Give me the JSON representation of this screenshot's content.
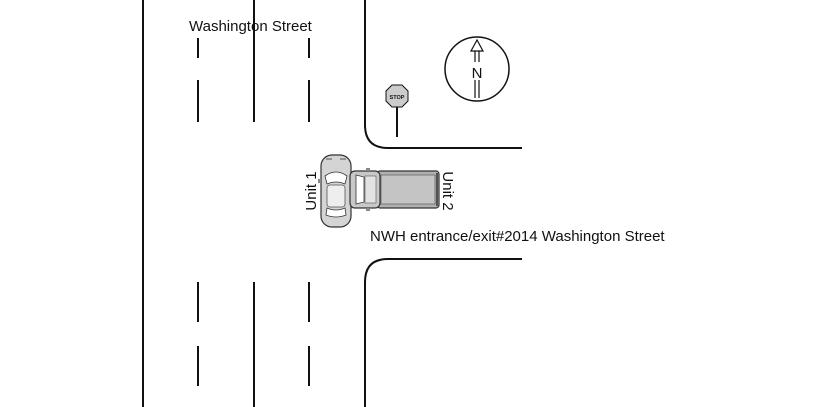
{
  "diagram": {
    "street_label": "Washington Street",
    "entrance_label": "NWH entrance/exit#2014 Washington Street",
    "stop_sign_text": "STOP",
    "compass_letter": "N",
    "units": [
      {
        "label": "Unit 1",
        "vehicle": "car"
      },
      {
        "label": "Unit 2",
        "vehicle": "pickup truck"
      }
    ]
  }
}
